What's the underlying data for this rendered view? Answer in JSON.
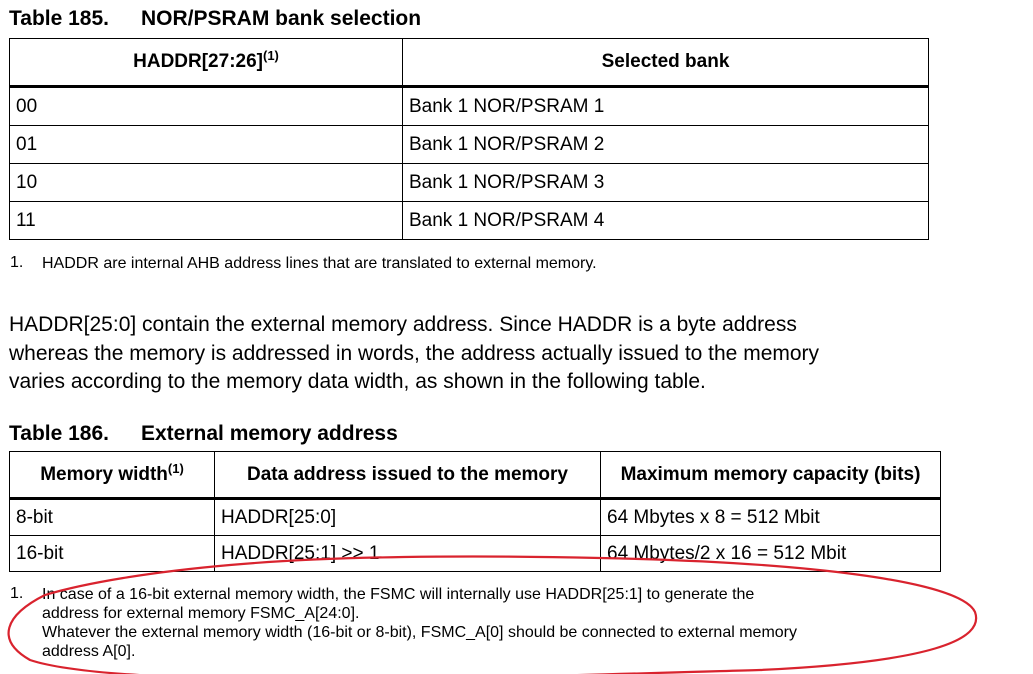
{
  "table185": {
    "number": "Table 185.",
    "title": "NOR/PSRAM bank selection",
    "headers": [
      "HADDR[27:26]",
      "Selected bank"
    ],
    "header_note_ref": "(1)",
    "rows": [
      [
        "00",
        "Bank 1 NOR/PSRAM 1"
      ],
      [
        "01",
        "Bank 1 NOR/PSRAM 2"
      ],
      [
        "10",
        "Bank 1 NOR/PSRAM 3"
      ],
      [
        "11",
        "Bank 1 NOR/PSRAM 4"
      ]
    ],
    "footnote_num": "1.",
    "footnote": "HADDR are internal AHB address lines that are translated to external memory."
  },
  "paragraph": {
    "lines": [
      "HADDR[25:0] contain the external memory address. Since HADDR is a byte address",
      "whereas the memory is addressed in words, the address actually issued to the memory",
      "varies according to the memory data width, as shown in the following table."
    ]
  },
  "table186": {
    "number": "Table 186.",
    "title": "External memory address",
    "headers": [
      "Memory width",
      "Data address issued to the memory",
      "Maximum memory capacity (bits)"
    ],
    "header_note_ref": "(1)",
    "rows": [
      [
        "8-bit",
        "HADDR[25:0]",
        "64 Mbytes x 8 = 512 Mbit"
      ],
      [
        "16-bit",
        "HADDR[25:1] >> 1",
        "64 Mbytes/2 x 16 = 512 Mbit"
      ]
    ],
    "footnote_num": "1.",
    "footnote_lines": [
      "In case of a 16-bit external memory width, the FSMC will internally use HADDR[25:1] to generate the",
      "address for external memory FSMC_A[24:0].",
      "Whatever the external memory width (16-bit or 8-bit), FSMC_A[0] should be connected to external memory",
      "address A[0]."
    ]
  },
  "annotation": {
    "shape": "ellipse",
    "color": "#d9232e"
  }
}
